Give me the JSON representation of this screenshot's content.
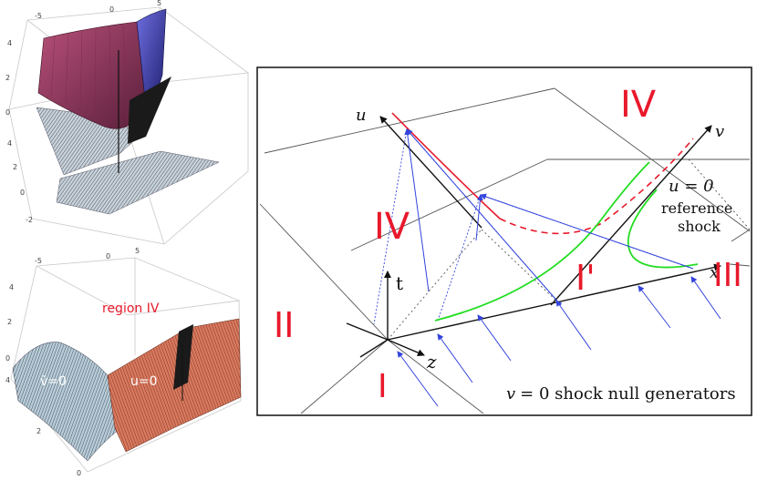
{
  "top_plot": {
    "ticks_top": [
      "-5",
      "0",
      "5"
    ],
    "ticks_left": [
      "4",
      "2",
      "0",
      "4",
      "2",
      "0",
      "-2"
    ]
  },
  "bottom_plot": {
    "ticks_top": [
      "-5",
      "0",
      "5"
    ],
    "ticks_left": [
      "4",
      "2",
      "0",
      "4",
      "2",
      "0"
    ],
    "label_region": "region IV",
    "label_vbar": "v̄=0",
    "label_u": "u=0"
  },
  "diagram": {
    "axis_u": "u",
    "axis_v": "v",
    "axis_x": "x",
    "axis_t": "t",
    "axis_z": "z",
    "region_IV_top": "IV",
    "region_IV_left": "IV",
    "region_II": "II",
    "region_III": "III",
    "region_I": "I",
    "region_Iprime": "I'",
    "ref_shock_eq": "u = 0",
    "ref_shock_l1": "reference",
    "ref_shock_l2": "shock",
    "gen_var": "v",
    "gen_rest": "= 0 shock null generators"
  },
  "colors": {
    "red": "#e8192c",
    "green": "#22dd22",
    "blue": "#3344dd",
    "surface_purple": "#a0406a",
    "surface_blue": "#5050c0",
    "surface_salmon": "#c86048",
    "surface_grey": "#8a9aa6"
  }
}
